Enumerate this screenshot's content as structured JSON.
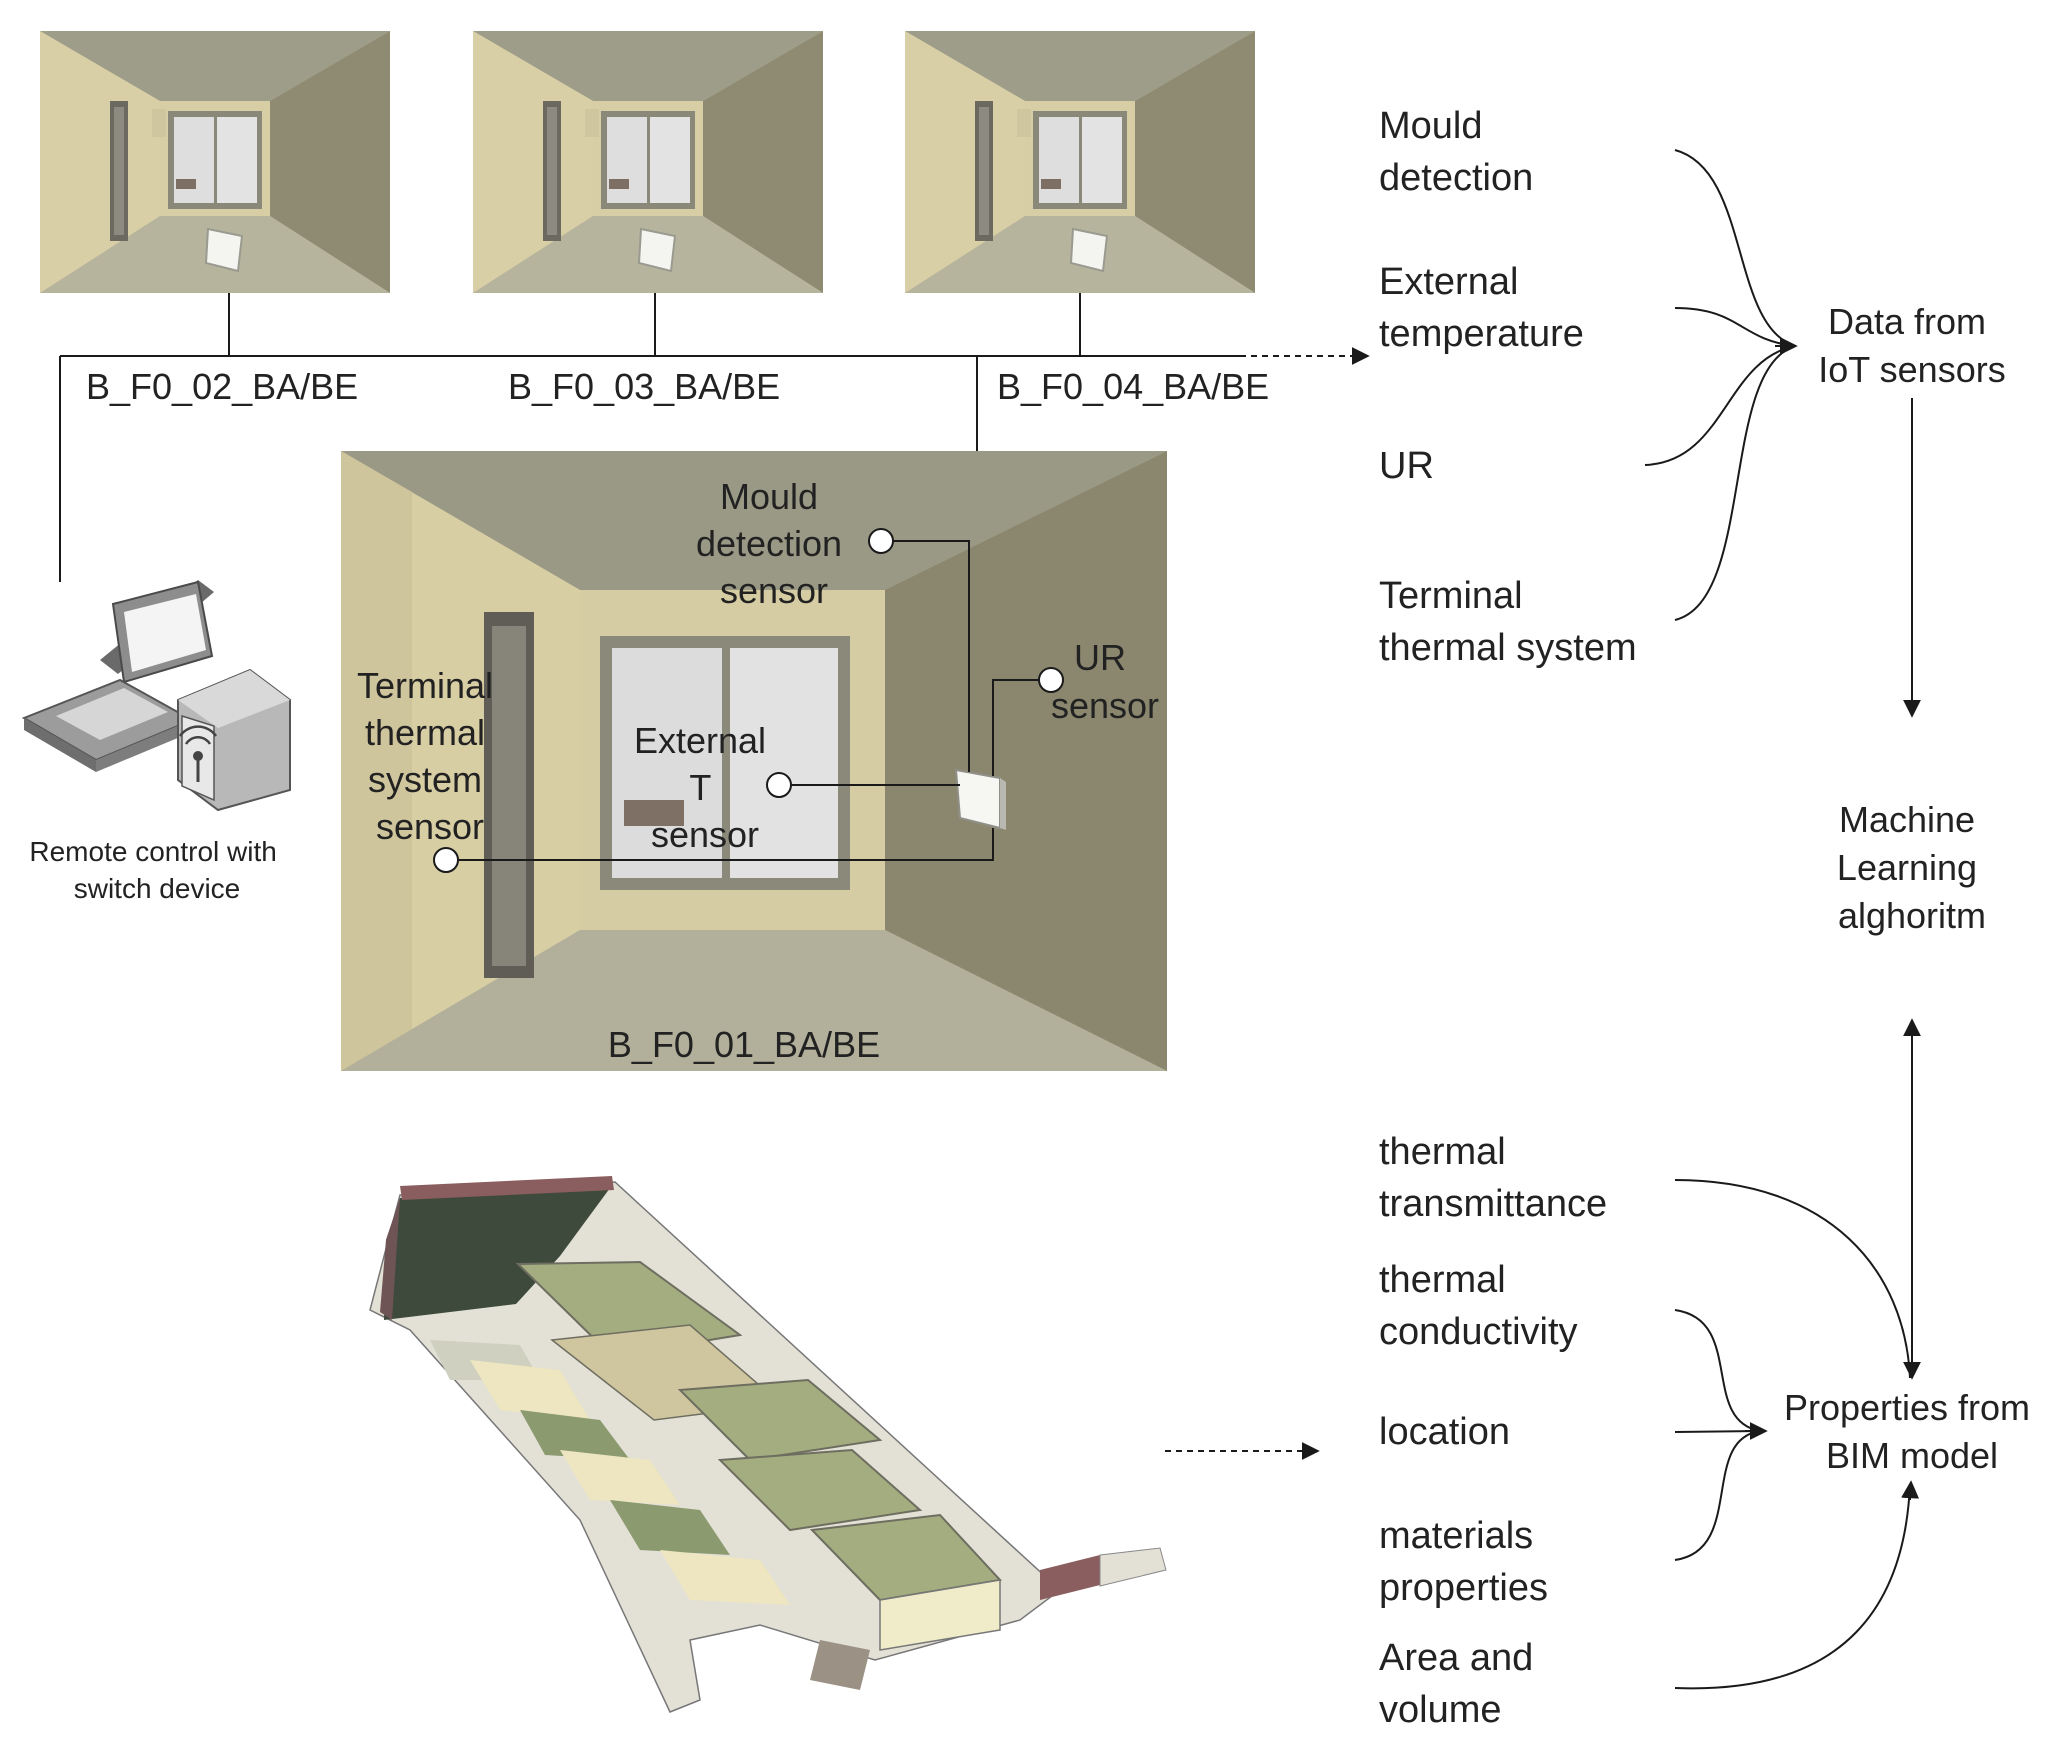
{
  "rooms": {
    "top": [
      "B_F0_02_BA/BE",
      "B_F0_03_BA/BE",
      "B_F0_04_BA/BE"
    ],
    "main": "B_F0_01_BA/BE"
  },
  "remote": [
    "Remote control with",
    "switch device"
  ],
  "sensors": {
    "mould": [
      "Mould",
      "detection",
      "sensor"
    ],
    "ur": [
      "UR",
      "sensor"
    ],
    "external": [
      "External",
      "T",
      "sensor"
    ],
    "terminal": [
      "Terminal",
      "thermal",
      "system",
      "sensor"
    ]
  },
  "iot_inputs": {
    "mould": [
      "Mould",
      "detection"
    ],
    "external": [
      "External",
      "temperature"
    ],
    "ur": [
      "UR"
    ],
    "terminal": [
      "Terminal",
      "thermal system"
    ]
  },
  "bim_inputs": {
    "transmittance": [
      "thermal",
      "transmittance"
    ],
    "conductivity": [
      "thermal",
      "conductivity"
    ],
    "location": [
      "location"
    ],
    "materials": [
      "materials",
      "properties"
    ],
    "area": [
      "Area and",
      "volume"
    ]
  },
  "nodes": {
    "iot": [
      "Data from",
      "IoT sensors"
    ],
    "ml": [
      "Machine",
      "Learning",
      "alghoritm"
    ],
    "bim": [
      "Properties from",
      "BIM model"
    ]
  },
  "colors": {
    "wall": "#d8cfa6",
    "wall_shadow": "#8e8a72",
    "ceiling": "#9b9a86",
    "floor": "#b4b39c",
    "roof_green": "#a3ad80",
    "roof_dark": "#3e4a3b",
    "line": "#1a1a1a"
  }
}
